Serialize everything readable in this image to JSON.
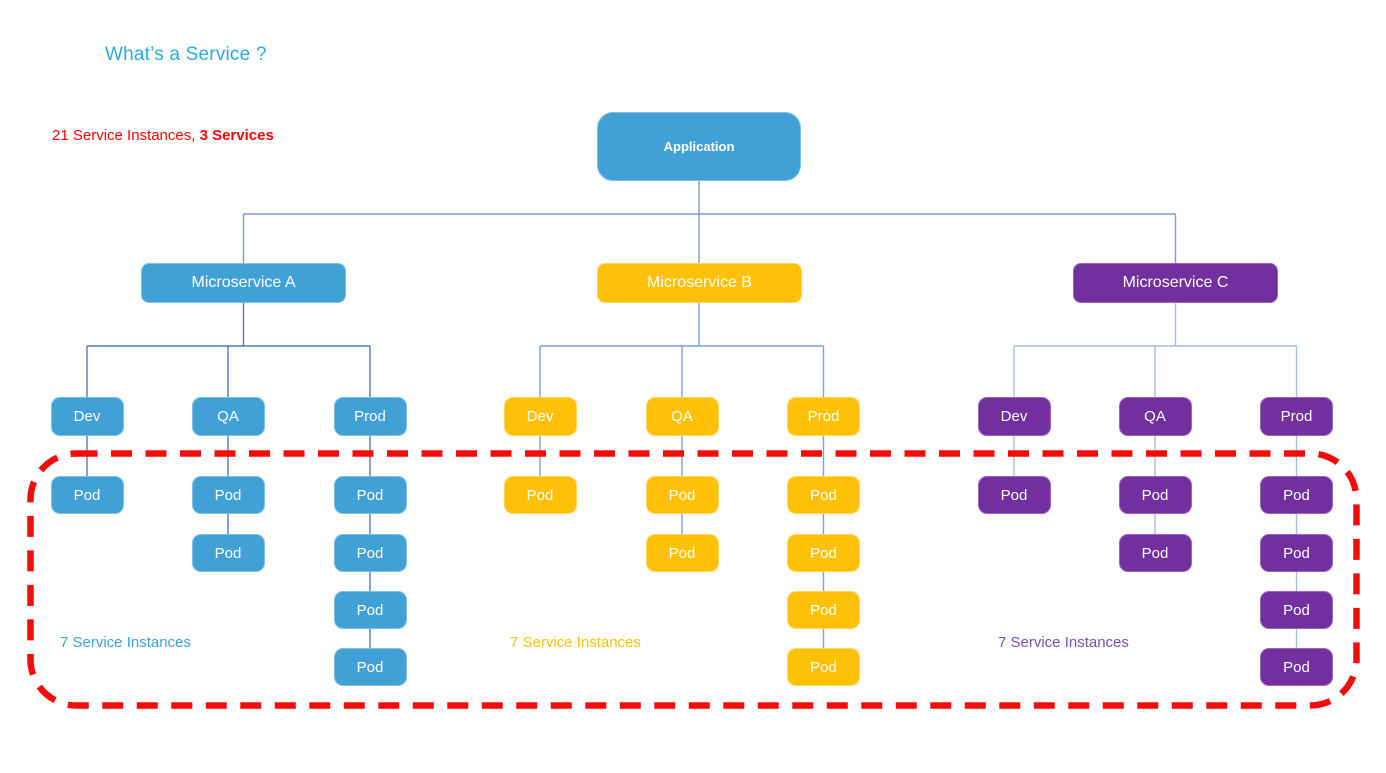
{
  "title": "What’s a Service ?",
  "subtitle": {
    "prefix": "21 Service Instances, ",
    "bold": "3 Services"
  },
  "root": {
    "label": "Application"
  },
  "services": [
    {
      "label": "Microservice A",
      "color": "#41A1D6",
      "instances_label": "7 Service Instances",
      "envs": [
        {
          "label": "Dev",
          "pods": [
            "Pod"
          ]
        },
        {
          "label": "QA",
          "pods": [
            "Pod",
            "Pod"
          ]
        },
        {
          "label": "Prod",
          "pods": [
            "Pod",
            "Pod",
            "Pod",
            "Pod"
          ]
        }
      ]
    },
    {
      "label": "Microservice B",
      "color": "#FFC107",
      "instances_label": "7 Service Instances",
      "envs": [
        {
          "label": "Dev",
          "pods": [
            "Pod"
          ]
        },
        {
          "label": "QA",
          "pods": [
            "Pod",
            "Pod"
          ]
        },
        {
          "label": "Prod",
          "pods": [
            "Pod",
            "Pod",
            "Pod",
            "Pod"
          ]
        }
      ]
    },
    {
      "label": "Microservice C",
      "color": "#722F9E",
      "instances_label": "7 Service Instances",
      "envs": [
        {
          "label": "Dev",
          "pods": [
            "Pod"
          ]
        },
        {
          "label": "QA",
          "pods": [
            "Pod",
            "Pod"
          ]
        },
        {
          "label": "Prod",
          "pods": [
            "Pod",
            "Pod",
            "Pod",
            "Pod"
          ]
        }
      ]
    }
  ],
  "colors": {
    "blue": "#41A1D6",
    "yellow": "#FFC107",
    "purple": "#722F9E",
    "title_cyan": "#29ABE2",
    "red_text": "#FF0000",
    "dashed_border_red": "#F20D0D",
    "connector_top": "#7E9BD4",
    "connector_a": "#4E76C2",
    "connector_b": "#7E9FD8",
    "connector_c": "#A5BDE6",
    "legend_purple": "#7D4FB2"
  }
}
